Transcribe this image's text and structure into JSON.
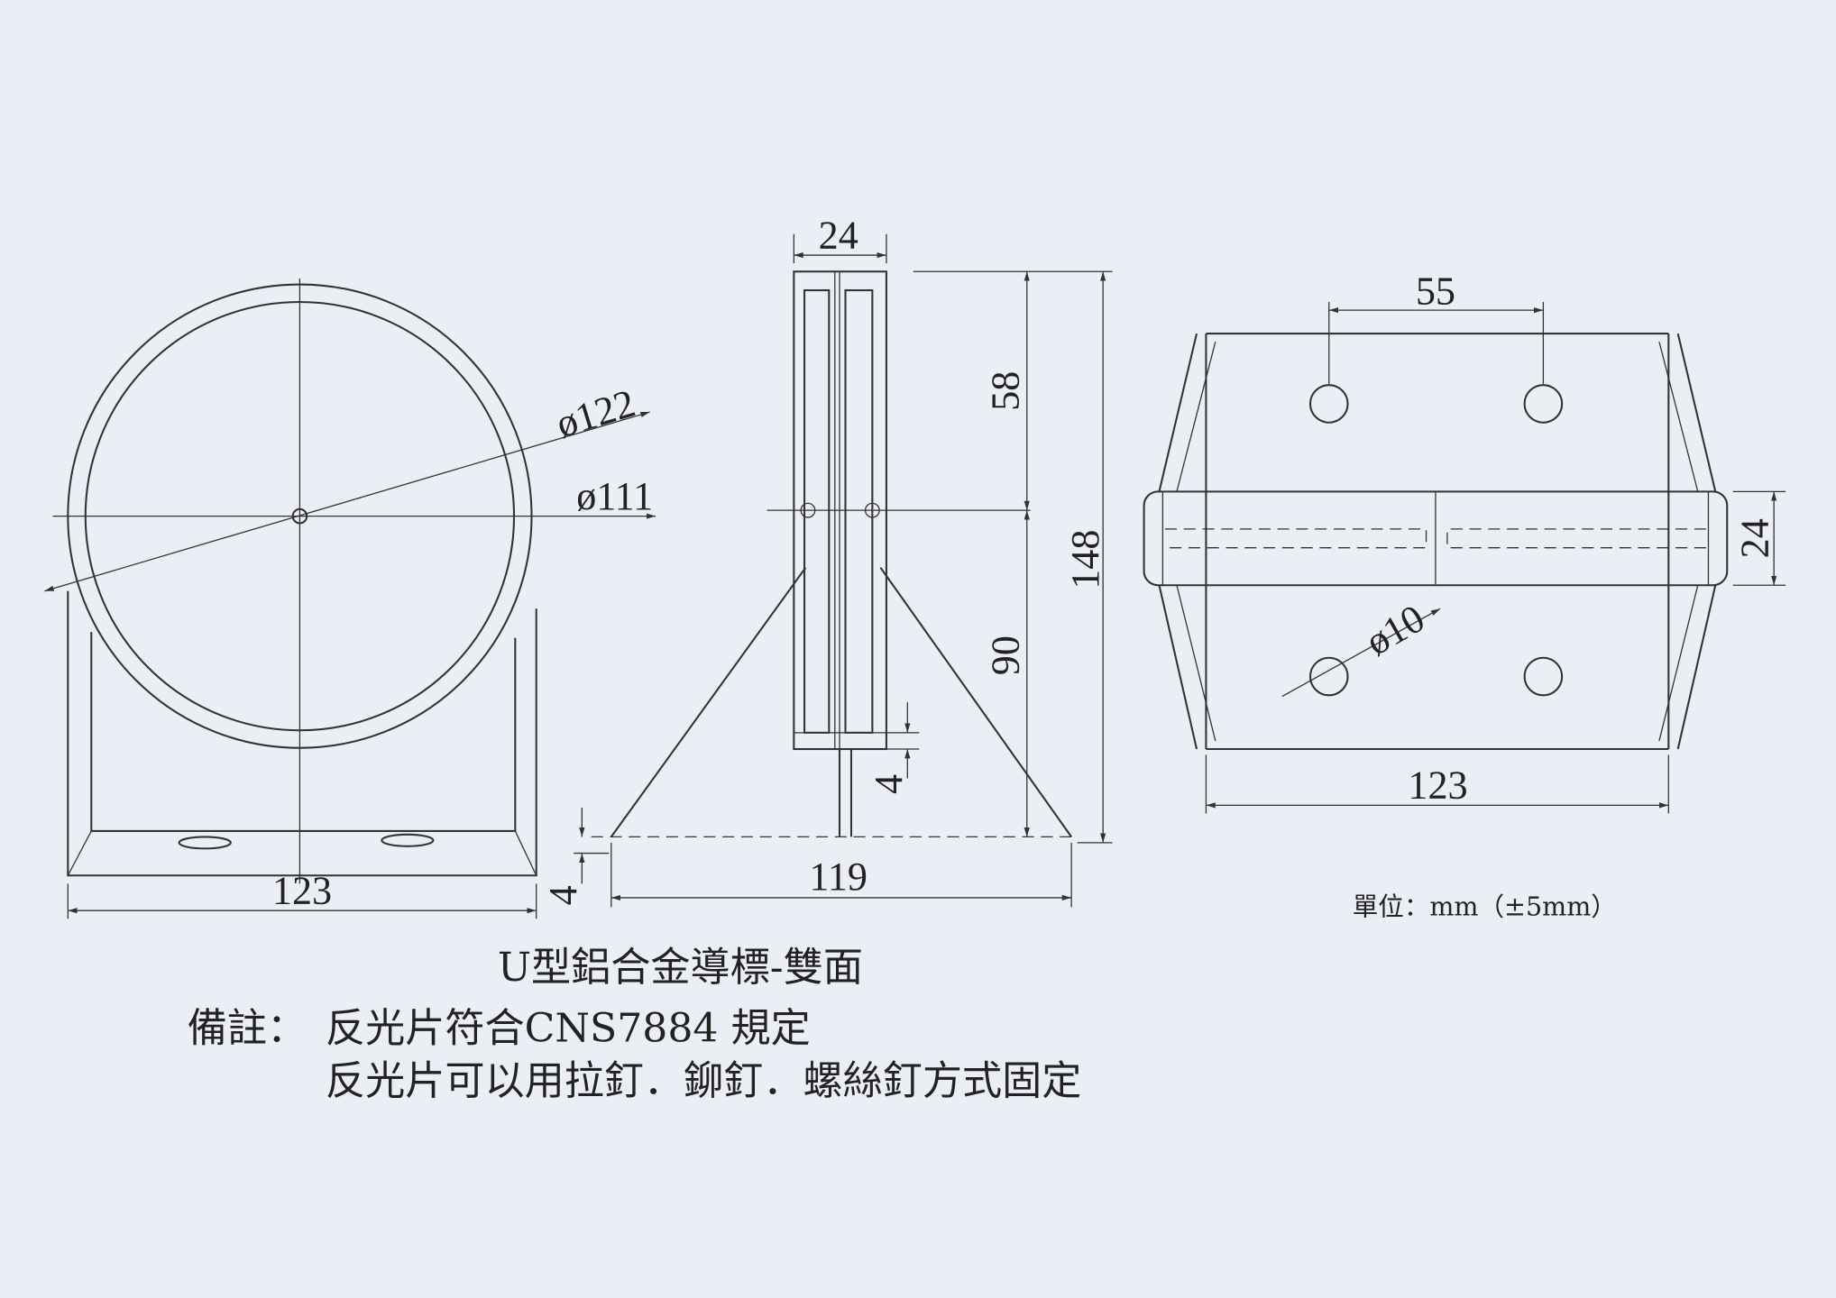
{
  "front_view": {
    "diameter_outer": "ø122",
    "diameter_inner": "ø111",
    "width": "123"
  },
  "side_view": {
    "thickness": "24",
    "upper_height": "58",
    "lower_height": "90",
    "total_height": "148",
    "gap": "4",
    "base_offset": "4",
    "base_width": "119"
  },
  "top_view": {
    "hole_spacing": "55",
    "band_height": "24",
    "hole_diameter": "ø10",
    "width": "123"
  },
  "unit": "單位：mm（±5mm）",
  "title": "U型鋁合金導標-雙面",
  "notes": {
    "label": "備註：",
    "line1": "反光片符合CNS7884 規定",
    "line2": "反光片可以用拉釘．鉚釘．螺絲釘方式固定"
  },
  "colors": {
    "paper": "#eceef5",
    "ink": "#333333"
  }
}
